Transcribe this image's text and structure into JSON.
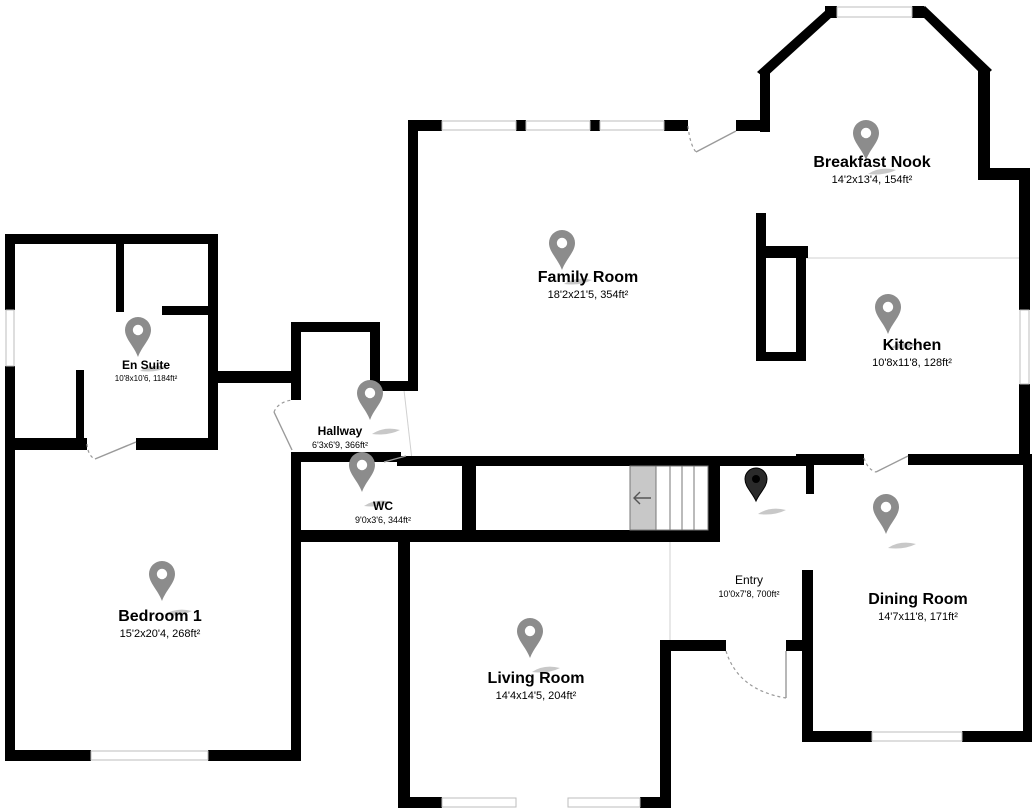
{
  "rooms": {
    "breakfast_nook": {
      "name": "Breakfast Nook",
      "dims": "14'2x13'4, 154ft²"
    },
    "family_room": {
      "name": "Family Room",
      "dims": "18'2x21'5, 354ft²"
    },
    "kitchen": {
      "name": "Kitchen",
      "dims": "10'8x11'8, 128ft²"
    },
    "en_suite": {
      "name": "En Suite",
      "dims": "10'8x10'6, 1184ft²"
    },
    "hallway": {
      "name": "Hallway",
      "dims": "6'3x6'9, 366ft²"
    },
    "wc": {
      "name": "WC",
      "dims": "9'0x3'6, 344ft²"
    },
    "bedroom_1": {
      "name": "Bedroom 1",
      "dims": "15'2x20'4, 268ft²"
    },
    "entry": {
      "name": "Entry",
      "dims": "10'0x7'8, 700ft²"
    },
    "dining_room": {
      "name": "Dining Room",
      "dims": "14'7x11'8, 171ft²"
    },
    "living_room": {
      "name": "Living Room",
      "dims": "14'4x14'5, 204ft²"
    }
  },
  "icons": {
    "room_pin": "map-pin-icon",
    "current_location": "current-location-pin-icon",
    "stairs_direction": "arrow-left-icon"
  },
  "colors": {
    "walls": "#000000",
    "pin": "#8c8c8c",
    "current_pin": "#1a1a1a",
    "stairs": "#c8c8c8"
  }
}
